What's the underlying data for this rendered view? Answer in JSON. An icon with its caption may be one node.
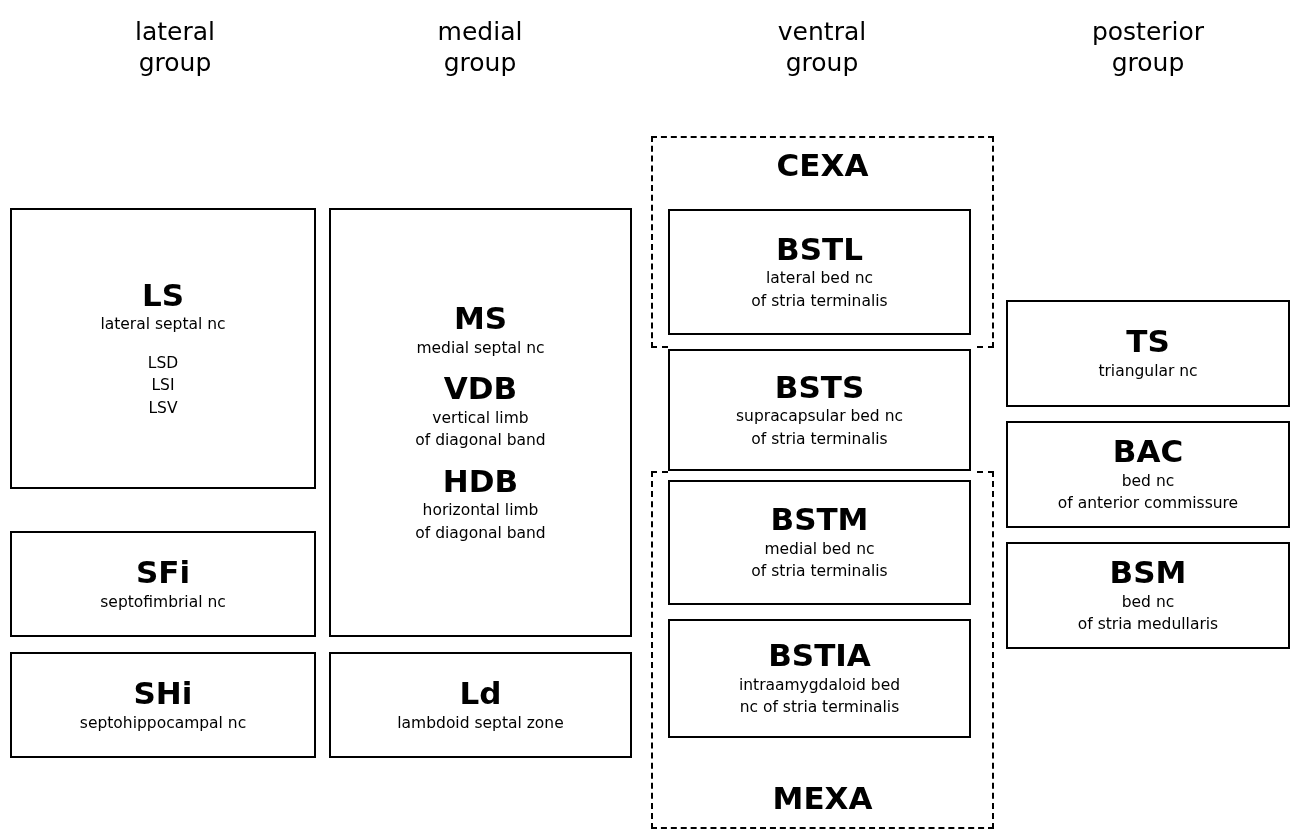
{
  "diagram": {
    "nodes": [
      {
        "text": [
          "LS",
          "lateral septal nc",
          "LSD",
          "LSI",
          "LSV"
        ]
      },
      {
        "text": [
          "SFi",
          "septofimbrial nc"
        ]
      },
      {
        "text": [
          "SHi",
          "septohippocampal nc"
        ]
      },
      {
        "text": [
          "MS",
          "medial septal nc",
          "VDB",
          "vertical limb of diagonal band",
          "HDB",
          "horizontal limb of diagonal band"
        ]
      },
      {
        "text": [
          "Ld",
          "lambdoid septal zone"
        ]
      },
      {
        "text": [
          "CEXA"
        ]
      },
      {
        "text": [
          "BSTL",
          "lateral bed nc of stria terminalis"
        ],
        "in": 5
      },
      {
        "text": [
          "BSTS",
          "supracapsular bed nc of stria terminalis"
        ]
      },
      {
        "text": [
          "MEXA"
        ]
      },
      {
        "text": [
          "BSTM",
          "medial bed nc of stria terminalis"
        ],
        "in": 8
      },
      {
        "text": [
          "BSTIA",
          "intraamygdaloid bed nc of stria terminalis"
        ],
        "in": 8
      },
      {
        "text": [
          "TS",
          "triangular nc"
        ]
      },
      {
        "text": [
          "BAC",
          "bed nc of anterior commissure"
        ]
      },
      {
        "text": [
          "BSM",
          "bed nc of stria medullaris"
        ]
      }
    ],
    "labels": [
      "lateral group",
      "medial group",
      "ventral group",
      "posterior group"
    ]
  }
}
